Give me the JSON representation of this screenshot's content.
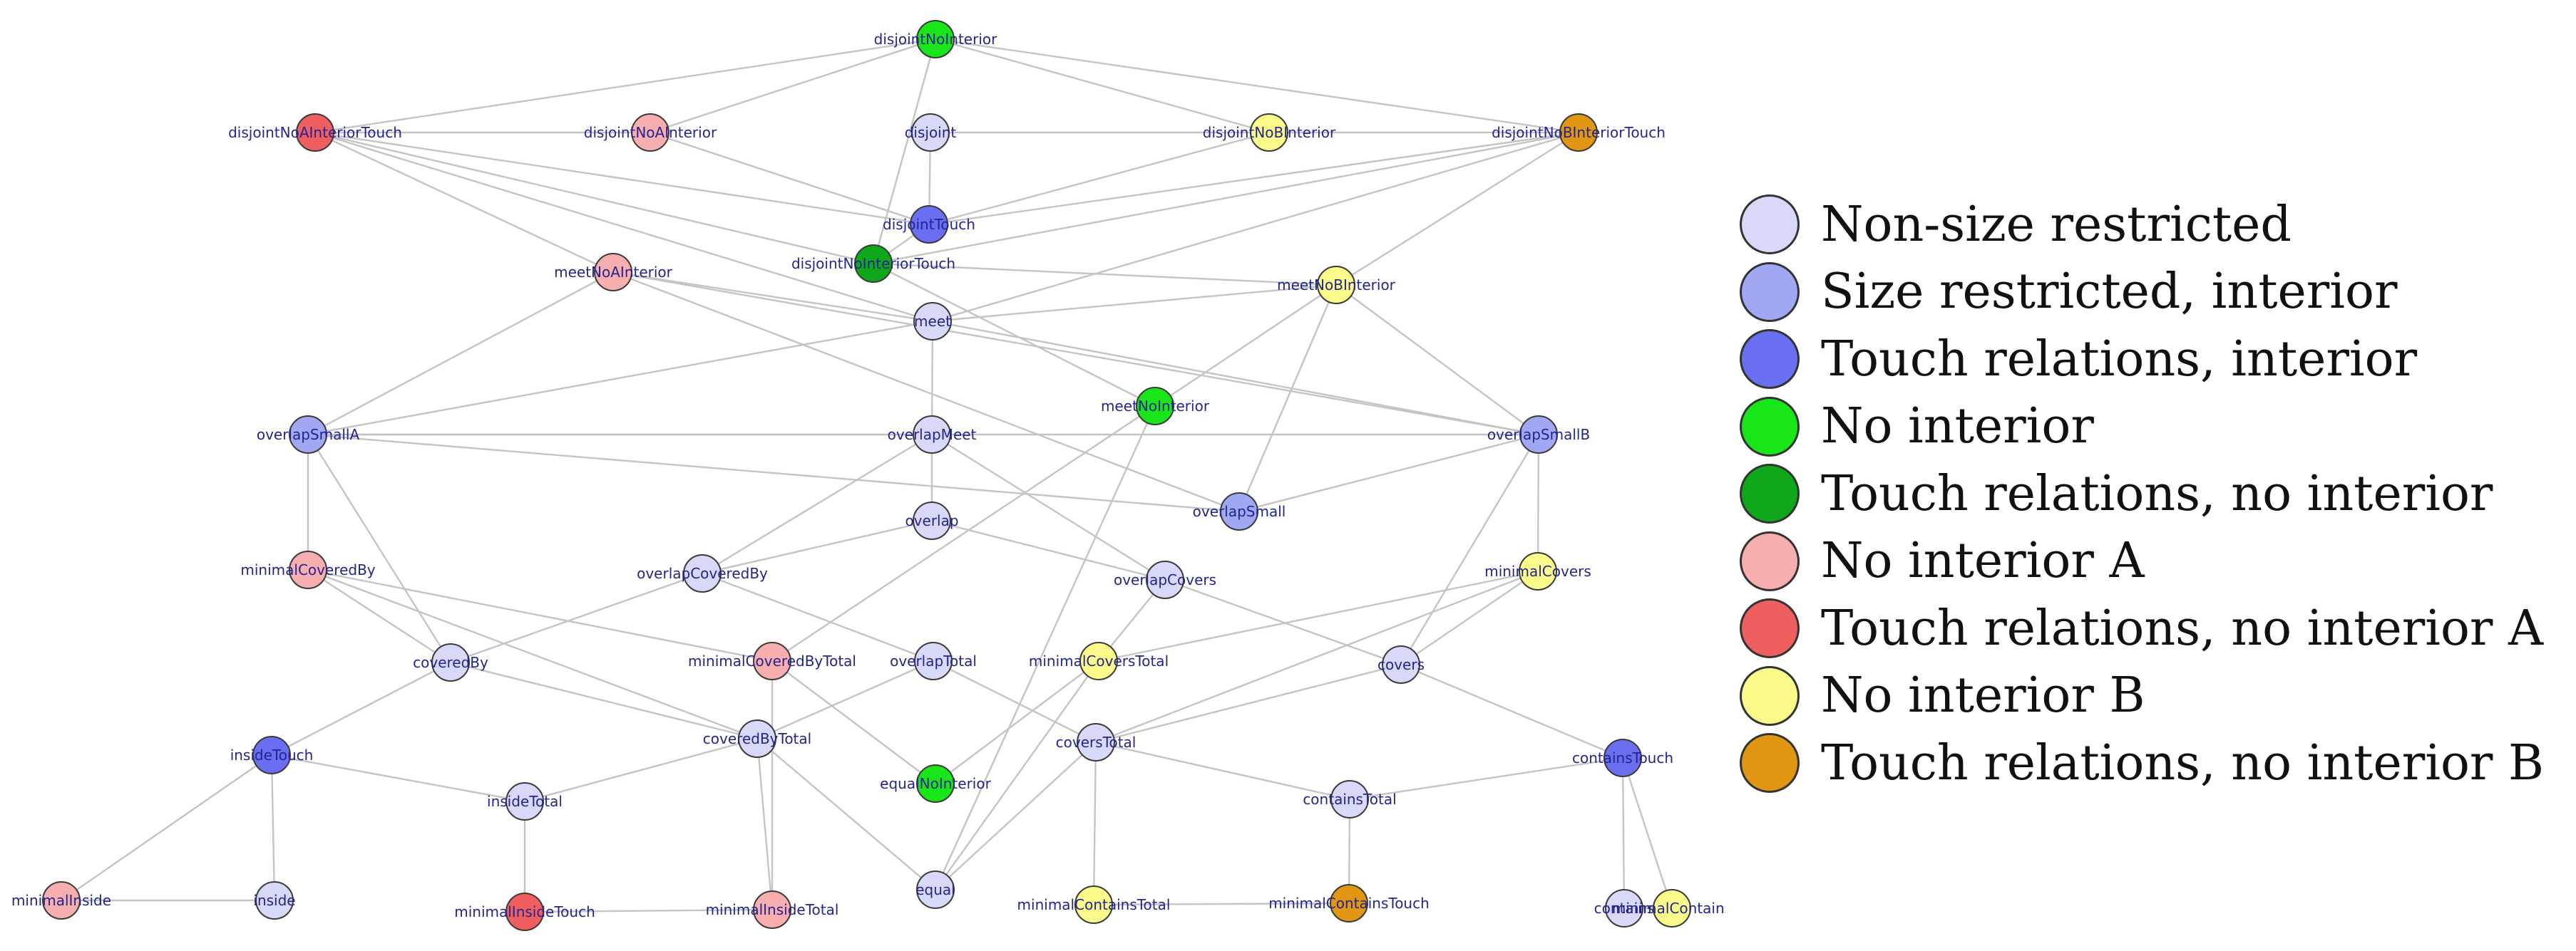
{
  "graph": {
    "nodes": [
      {
        "id": "disjointNoInterior",
        "label": "disjointNoInterior",
        "category": "no_interior"
      },
      {
        "id": "disjointNoAInteriorTouch",
        "label": "disjointNoAInteriorTouch",
        "category": "touch_no_interior_a"
      },
      {
        "id": "disjointNoAInterior",
        "label": "disjointNoAInterior",
        "category": "no_interior_a"
      },
      {
        "id": "disjoint",
        "label": "disjoint",
        "category": "non_size_restricted"
      },
      {
        "id": "disjointNoBInterior",
        "label": "disjointNoBInterior",
        "category": "no_interior_b"
      },
      {
        "id": "disjointNoBInteriorTouch",
        "label": "disjointNoBInteriorTouch",
        "category": "touch_no_interior_b"
      },
      {
        "id": "disjointTouch",
        "label": "disjointTouch",
        "category": "touch_interior"
      },
      {
        "id": "disjointNoInteriorTouch",
        "label": "disjointNoInteriorTouch",
        "category": "touch_no_interior"
      },
      {
        "id": "meetNoAInterior",
        "label": "meetNoAInterior",
        "category": "no_interior_a"
      },
      {
        "id": "meetNoBInterior",
        "label": "meetNoBInterior",
        "category": "no_interior_b"
      },
      {
        "id": "meet",
        "label": "meet",
        "category": "non_size_restricted"
      },
      {
        "id": "meetNoInterior",
        "label": "meetNoInterior",
        "category": "no_interior"
      },
      {
        "id": "overlapSmallA",
        "label": "overlapSmallA",
        "category": "size_restricted_interior"
      },
      {
        "id": "overlapMeet",
        "label": "overlapMeet",
        "category": "non_size_restricted"
      },
      {
        "id": "overlapSmallB",
        "label": "overlapSmallB",
        "category": "size_restricted_interior"
      },
      {
        "id": "overlapSmall",
        "label": "overlapSmall",
        "category": "size_restricted_interior"
      },
      {
        "id": "overlap",
        "label": "overlap",
        "category": "non_size_restricted"
      },
      {
        "id": "minimalCoveredBy",
        "label": "minimalCoveredBy",
        "category": "no_interior_a"
      },
      {
        "id": "overlapCoveredBy",
        "label": "overlapCoveredBy",
        "category": "non_size_restricted"
      },
      {
        "id": "overlapCovers",
        "label": "overlapCovers",
        "category": "non_size_restricted"
      },
      {
        "id": "minimalCovers",
        "label": "minimalCovers",
        "category": "no_interior_b"
      },
      {
        "id": "coveredBy",
        "label": "coveredBy",
        "category": "non_size_restricted"
      },
      {
        "id": "minimalCoveredByTotal",
        "label": "minimalCoveredByTotal",
        "category": "no_interior_a"
      },
      {
        "id": "overlapTotal",
        "label": "overlapTotal",
        "category": "non_size_restricted"
      },
      {
        "id": "minimalCoversTotal",
        "label": "minimalCoversTotal",
        "category": "no_interior_b"
      },
      {
        "id": "covers",
        "label": "covers",
        "category": "non_size_restricted"
      },
      {
        "id": "insideTouch",
        "label": "insideTouch",
        "category": "touch_interior"
      },
      {
        "id": "coveredByTotal",
        "label": "coveredByTotal",
        "category": "non_size_restricted"
      },
      {
        "id": "coversTotal",
        "label": "coversTotal",
        "category": "non_size_restricted"
      },
      {
        "id": "equalNoInterior",
        "label": "equalNoInterior",
        "category": "no_interior"
      },
      {
        "id": "containsTouch",
        "label": "containsTouch",
        "category": "touch_interior"
      },
      {
        "id": "insideTotal",
        "label": "insideTotal",
        "category": "non_size_restricted"
      },
      {
        "id": "containsTotal",
        "label": "containsTotal",
        "category": "non_size_restricted"
      },
      {
        "id": "minimalInside",
        "label": "minimalInside",
        "category": "no_interior_a"
      },
      {
        "id": "inside",
        "label": "inside",
        "category": "non_size_restricted"
      },
      {
        "id": "minimalInsideTouch",
        "label": "minimalInsideTouch",
        "category": "touch_no_interior_a"
      },
      {
        "id": "minimalInsideTotal",
        "label": "minimalInsideTotal",
        "category": "no_interior_a"
      },
      {
        "id": "equal",
        "label": "equal",
        "category": "non_size_restricted"
      },
      {
        "id": "minimalContainsTotal",
        "label": "minimalContainsTotal",
        "category": "no_interior_b"
      },
      {
        "id": "minimalContainsTouch",
        "label": "minimalContainsTouch",
        "category": "touch_no_interior_b"
      },
      {
        "id": "contains",
        "label": "contains",
        "category": "non_size_restricted"
      },
      {
        "id": "minimalContains",
        "label": "minimalContains",
        "category": "no_interior_b"
      }
    ],
    "edges": [
      [
        "disjointNoInterior",
        "disjointNoAInteriorTouch"
      ],
      [
        "disjointNoInterior",
        "disjointNoAInterior"
      ],
      [
        "disjointNoInterior",
        "disjointNoBInterior"
      ],
      [
        "disjointNoInterior",
        "disjointNoBInteriorTouch"
      ],
      [
        "disjointNoInterior",
        "disjointNoInteriorTouch"
      ],
      [
        "disjointNoAInteriorTouch",
        "disjointNoAInterior"
      ],
      [
        "disjointNoAInteriorTouch",
        "disjointTouch"
      ],
      [
        "disjointNoAInteriorTouch",
        "meetNoAInterior"
      ],
      [
        "disjointNoAInteriorTouch",
        "meet"
      ],
      [
        "disjointNoAInteriorTouch",
        "disjointNoInteriorTouch"
      ],
      [
        "disjointNoAInterior",
        "disjointTouch"
      ],
      [
        "disjoint",
        "disjointNoBInterior"
      ],
      [
        "disjoint",
        "disjointTouch"
      ],
      [
        "disjointNoBInterior",
        "disjointTouch"
      ],
      [
        "disjointNoBInterior",
        "disjointNoBInteriorTouch"
      ],
      [
        "disjointNoBInteriorTouch",
        "disjointTouch"
      ],
      [
        "disjointNoBInteriorTouch",
        "meetNoBInterior"
      ],
      [
        "disjointNoBInteriorTouch",
        "meet"
      ],
      [
        "disjointNoBInteriorTouch",
        "disjointNoInteriorTouch"
      ],
      [
        "disjointTouch",
        "disjointNoInteriorTouch"
      ],
      [
        "disjointNoInteriorTouch",
        "meetNoBInterior"
      ],
      [
        "disjointNoInteriorTouch",
        "meetNoInterior"
      ],
      [
        "meetNoAInterior",
        "meet"
      ],
      [
        "meetNoAInterior",
        "overlapSmallA"
      ],
      [
        "meetNoAInterior",
        "overlapSmall"
      ],
      [
        "meetNoAInterior",
        "overlapSmallB"
      ],
      [
        "meet",
        "overlapSmallA"
      ],
      [
        "meet",
        "overlapMeet"
      ],
      [
        "meet",
        "meetNoBInterior"
      ],
      [
        "meet",
        "overlapSmallB"
      ],
      [
        "meetNoBInterior",
        "meetNoInterior"
      ],
      [
        "meetNoBInterior",
        "overlapSmall"
      ],
      [
        "meetNoBInterior",
        "overlapSmallB"
      ],
      [
        "meetNoInterior",
        "minimalCoveredByTotal"
      ],
      [
        "meetNoInterior",
        "equal"
      ],
      [
        "overlapSmallA",
        "overlapMeet"
      ],
      [
        "overlapSmallA",
        "overlapSmallB"
      ],
      [
        "overlapSmallA",
        "overlapSmall"
      ],
      [
        "overlapSmallA",
        "minimalCoveredBy"
      ],
      [
        "overlapSmallA",
        "coveredBy"
      ],
      [
        "overlapMeet",
        "overlap"
      ],
      [
        "overlapMeet",
        "overlapCoveredBy"
      ],
      [
        "overlapMeet",
        "overlapCovers"
      ],
      [
        "overlapSmallB",
        "overlapSmall"
      ],
      [
        "overlapSmallB",
        "minimalCovers"
      ],
      [
        "overlapSmallB",
        "covers"
      ],
      [
        "overlap",
        "overlapCoveredBy"
      ],
      [
        "overlap",
        "overlapCovers"
      ],
      [
        "minimalCoveredBy",
        "coveredBy"
      ],
      [
        "minimalCoveredBy",
        "minimalCoveredByTotal"
      ],
      [
        "minimalCoveredBy",
        "coveredByTotal"
      ],
      [
        "overlapCoveredBy",
        "coveredBy"
      ],
      [
        "overlapCoveredBy",
        "overlapTotal"
      ],
      [
        "overlapCovers",
        "minimalCoversTotal"
      ],
      [
        "overlapCovers",
        "covers"
      ],
      [
        "minimalCovers",
        "covers"
      ],
      [
        "minimalCovers",
        "minimalCoversTotal"
      ],
      [
        "minimalCovers",
        "coversTotal"
      ],
      [
        "coveredBy",
        "coveredByTotal"
      ],
      [
        "coveredBy",
        "insideTouch"
      ],
      [
        "minimalCoveredByTotal",
        "minimalInsideTotal"
      ],
      [
        "minimalCoveredByTotal",
        "equalNoInterior"
      ],
      [
        "overlapTotal",
        "coveredByTotal"
      ],
      [
        "overlapTotal",
        "coversTotal"
      ],
      [
        "minimalCoversTotal",
        "equalNoInterior"
      ],
      [
        "minimalCoversTotal",
        "equal"
      ],
      [
        "covers",
        "coversTotal"
      ],
      [
        "covers",
        "containsTouch"
      ],
      [
        "coveredByTotal",
        "insideTotal"
      ],
      [
        "coveredByTotal",
        "minimalInsideTotal"
      ],
      [
        "coveredByTotal",
        "equal"
      ],
      [
        "coversTotal",
        "minimalContainsTotal"
      ],
      [
        "coversTotal",
        "containsTotal"
      ],
      [
        "coversTotal",
        "equal"
      ],
      [
        "insideTouch",
        "insideTotal"
      ],
      [
        "insideTouch",
        "minimalInside"
      ],
      [
        "insideTouch",
        "inside"
      ],
      [
        "containsTouch",
        "containsTotal"
      ],
      [
        "containsTouch",
        "contains"
      ],
      [
        "containsTouch",
        "minimalContains"
      ],
      [
        "insideTotal",
        "minimalInsideTouch"
      ],
      [
        "containsTotal",
        "minimalContainsTouch"
      ],
      [
        "minimalInside",
        "inside"
      ],
      [
        "minimalInsideTouch",
        "minimalInsideTotal"
      ],
      [
        "minimalContainsTotal",
        "minimalContainsTouch"
      ],
      [
        "contains",
        "minimalContains"
      ]
    ]
  },
  "legend": {
    "items": [
      {
        "key": "non_size_restricted",
        "label": "Non-size restricted",
        "color": "#d8d8f8"
      },
      {
        "key": "size_restricted_interior",
        "label": "Size restricted, interior",
        "color": "#a0a8f4"
      },
      {
        "key": "touch_interior",
        "label": "Touch relations, interior",
        "color": "#6a6ef0"
      },
      {
        "key": "no_interior",
        "label": "No interior",
        "color": "#19e619"
      },
      {
        "key": "touch_no_interior",
        "label": "Touch relations, no interior",
        "color": "#0fa81a"
      },
      {
        "key": "no_interior_a",
        "label": "No interior A",
        "color": "#f6aeae"
      },
      {
        "key": "touch_no_interior_a",
        "label": "Touch relations, no interior A",
        "color": "#ef5f5f"
      },
      {
        "key": "no_interior_b",
        "label": "No interior B",
        "color": "#fafa8a"
      },
      {
        "key": "touch_no_interior_b",
        "label": "Touch relations, no interior B",
        "color": "#e09612"
      }
    ]
  }
}
